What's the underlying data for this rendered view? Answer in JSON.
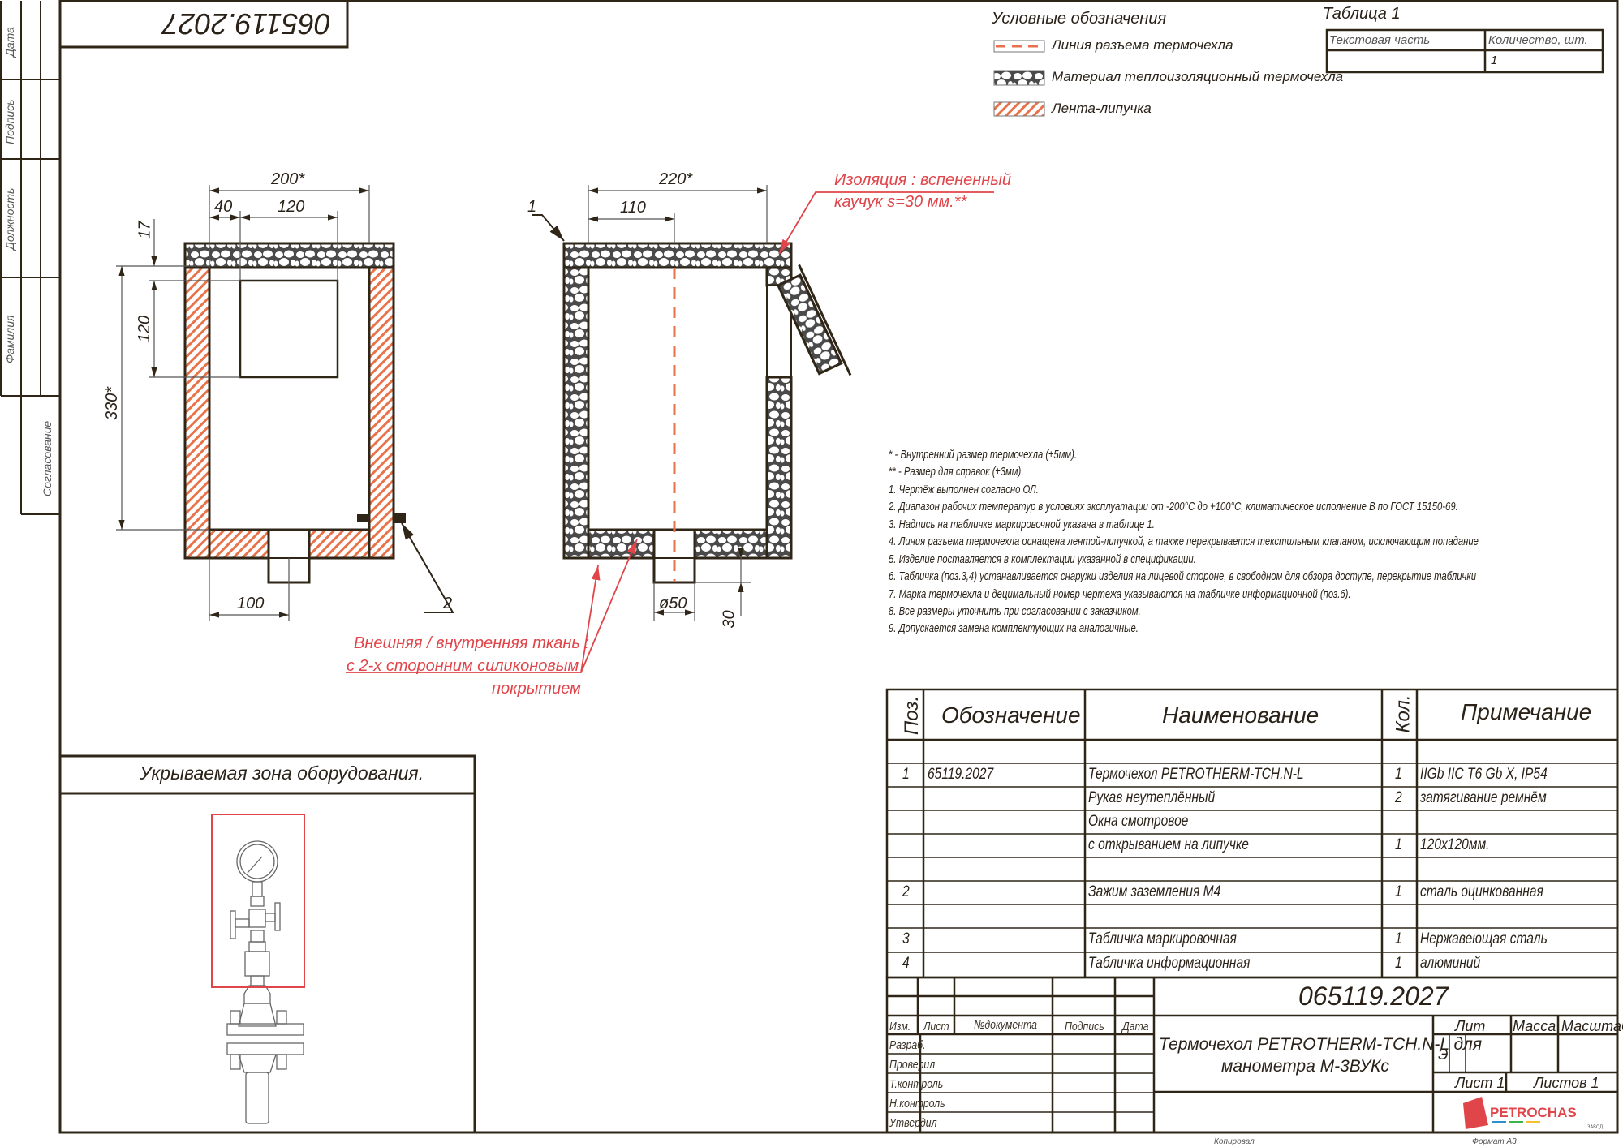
{
  "drawing_number": "065119.2027",
  "drawing_number_rotated": "065119.2027",
  "side_stamp": {
    "labels": [
      "Дата",
      "Подпись",
      "Должность",
      "Фамилия",
      "Согласование"
    ]
  },
  "legend": {
    "title": "Условные обозначения",
    "items": [
      {
        "icon": "dashed-split-line-swatch",
        "label": "Линия разъема термочехла"
      },
      {
        "icon": "insulation-material-swatch",
        "label": "Материал теплоизоляционный термочехла"
      },
      {
        "icon": "velcro-hatch-swatch",
        "label": "Лента-липучка"
      }
    ]
  },
  "table1": {
    "title": "Таблица 1",
    "headers": [
      "Текстовая часть",
      "Количество, шт."
    ],
    "rows": [
      [
        "",
        "1"
      ]
    ]
  },
  "front_view": {
    "dim_width": "200*",
    "dim_offset": "40",
    "dim_window_width": "120",
    "dim_top": "17",
    "dim_window_height": "120",
    "dim_height": "330*",
    "dim_nozzle_offset": "100",
    "callout_2": "2"
  },
  "side_view": {
    "dim_width": "220*",
    "dim_half": "110",
    "dim_nozzle_diameter": "ø50",
    "dim_nozzle_length": "30",
    "callout_1": "1",
    "insulation_note_line1": "Изоляция : вспененный",
    "insulation_note_line2": "каучук  s=30 мм.**",
    "fabric_note_line1": "Внешняя / внутренняя ткань :",
    "fabric_note_line2": "с 2-х сторонним силиконовым",
    "fabric_note_line3": "покрытием"
  },
  "notes": [
    "* - Внутренний размер термочехла (±5мм).",
    "** - Размер для справок (±3мм).",
    "1. Чертёж выполнен согласно ОЛ.",
    "2. Диапазон рабочих температур в условиях эксплуатации от -200°С до +100°С, климатическое исполнение В по ГОСТ 15150-69.",
    "3. Надпись на табличке маркировочной указана в таблице 1.",
    "4. Линия разъема термочехла оснащена лентой-липучкой, а также перекрывается текстильным клапаном, исключающим попадание",
    "5. Изделие поставляется в комплектации указанной в спецификации.",
    "6. Табличка (поз.3,4) устанавливается снаружи изделия на лицевой стороне, в свободном для обзора доступе, перекрытие таблички",
    "7. Марка термочехла и децимальный номер чертежа указываются на табличке информационной (поз.6).",
    "8. Все размеры уточнить при согласовании с заказчиком.",
    "9. Допускается замена комплектующих на аналогичные."
  ],
  "equipment_zone": {
    "title": "Укрываемая зона оборудования."
  },
  "spec_table": {
    "headers": {
      "pos": "Поз.",
      "designation": "Обозначение",
      "name": "Наименование",
      "qty": "Кол.",
      "note": "Примечание"
    },
    "rows": [
      {
        "pos": "",
        "designation": "",
        "name": "",
        "qty": "",
        "note": ""
      },
      {
        "pos": "1",
        "designation": "65119.2027",
        "name": "Термочехол PETROTHERM-TCH.N-L",
        "qty": "1",
        "note": "IIGb IIC T6 Gb X, IP54"
      },
      {
        "pos": "",
        "designation": "",
        "name": "Рукав неутеплённый",
        "qty": "2",
        "note": "затягивание ремнём"
      },
      {
        "pos": "",
        "designation": "",
        "name": "Окна смотровое",
        "qty": "",
        "note": ""
      },
      {
        "pos": "",
        "designation": "",
        "name": "с открыванием на липучке",
        "qty": "1",
        "note": "120x120мм."
      },
      {
        "pos": "",
        "designation": "",
        "name": "",
        "qty": "",
        "note": ""
      },
      {
        "pos": "2",
        "designation": "",
        "name": "Зажим заземления М4",
        "qty": "1",
        "note": "сталь оцинкованная"
      },
      {
        "pos": "",
        "designation": "",
        "name": "",
        "qty": "",
        "note": ""
      },
      {
        "pos": "3",
        "designation": "",
        "name": "Табличка маркировочная",
        "qty": "1",
        "note": "Нержавеющая сталь"
      },
      {
        "pos": "4",
        "designation": "",
        "name": "Табличка информационная",
        "qty": "1",
        "note": "алюминий"
      }
    ]
  },
  "title_block": {
    "doc_number": "065119.2027",
    "product_name_line1": "Термочехол PETROTHERM-TCH.N-L для",
    "product_name_line2": "манометра М-3ВУКс",
    "col_headers": [
      "Изм.",
      "Лист",
      "№документа",
      "Подпись",
      "Дата"
    ],
    "roles": [
      "Разраб.",
      "Проверил",
      "Т.контроль",
      "Н.контроль",
      "Утвердил"
    ],
    "lit_label": "Лит",
    "mass_label": "Масса",
    "scale_label": "Масштаб",
    "lit_value": "Э",
    "sheet_label": "Лист 1",
    "sheets_label": "Листов  1",
    "company_name": "PETROCHAS",
    "company_sub": "ЗАВОД"
  },
  "footer": {
    "copied": "Копировал",
    "format": "Формат А3"
  },
  "colors": {
    "line": "#2f2617",
    "accent_red": "#e0454a",
    "hatch_orange": "#e8734a",
    "foam_dark": "#4a4a4a"
  }
}
